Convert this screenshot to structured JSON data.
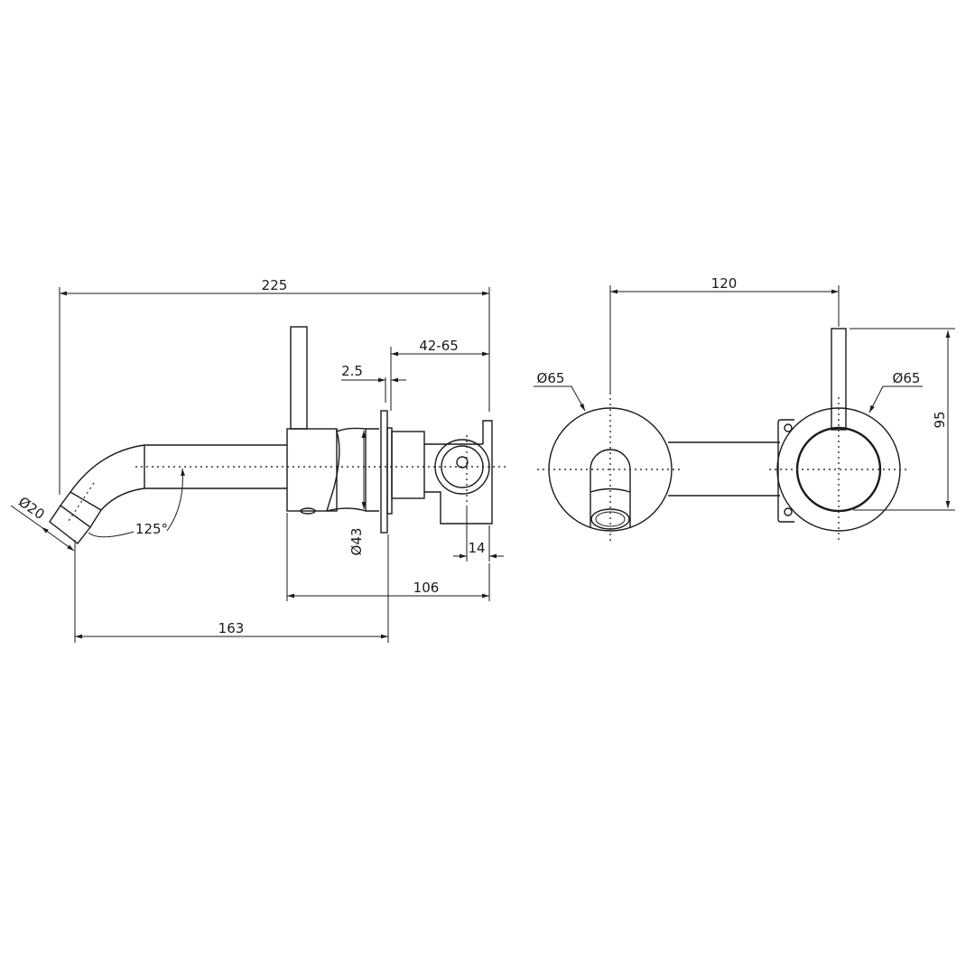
{
  "side_view": {
    "dimensions": {
      "overall_length": "225",
      "wall_depth_range": "42-65",
      "flange_thickness": "2.5",
      "body_diameter": "Ø43",
      "bracket_offset": "14",
      "body_to_wall": "106",
      "spout_projection": "163",
      "spout_angle": "125°",
      "spout_diameter": "Ø20"
    }
  },
  "front_view": {
    "dimensions": {
      "center_spacing": "120",
      "spout_plate_diameter": "Ø65",
      "mixer_plate_diameter": "Ø65",
      "lever_height": "95"
    }
  },
  "colors": {
    "line": "#1a1a1a",
    "background": "#ffffff"
  }
}
